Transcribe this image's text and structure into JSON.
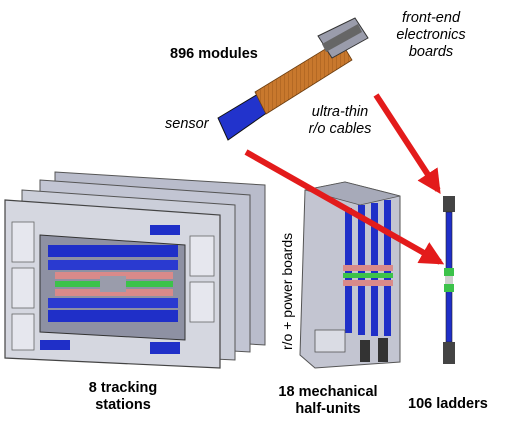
{
  "labels": {
    "modules": "896 modules",
    "sensor": "sensor",
    "cables": [
      "ultra-thin",
      "r/o cables"
    ],
    "feb": [
      "front-end",
      "electronics",
      "boards"
    ],
    "power": "r/o + power boards",
    "stations": [
      "8 tracking",
      "stations"
    ],
    "halfunits": [
      "18 mechanical",
      "half-units"
    ],
    "ladders": "106 ladders"
  },
  "colors": {
    "arrow": "#e31b1b",
    "sensor_blue": "#2233cc",
    "cable_orange": "#c8782d",
    "frame_grey": "#c9cbd6",
    "ladder_green": "#3cc24a",
    "ladder_pink": "#d98a8a"
  }
}
